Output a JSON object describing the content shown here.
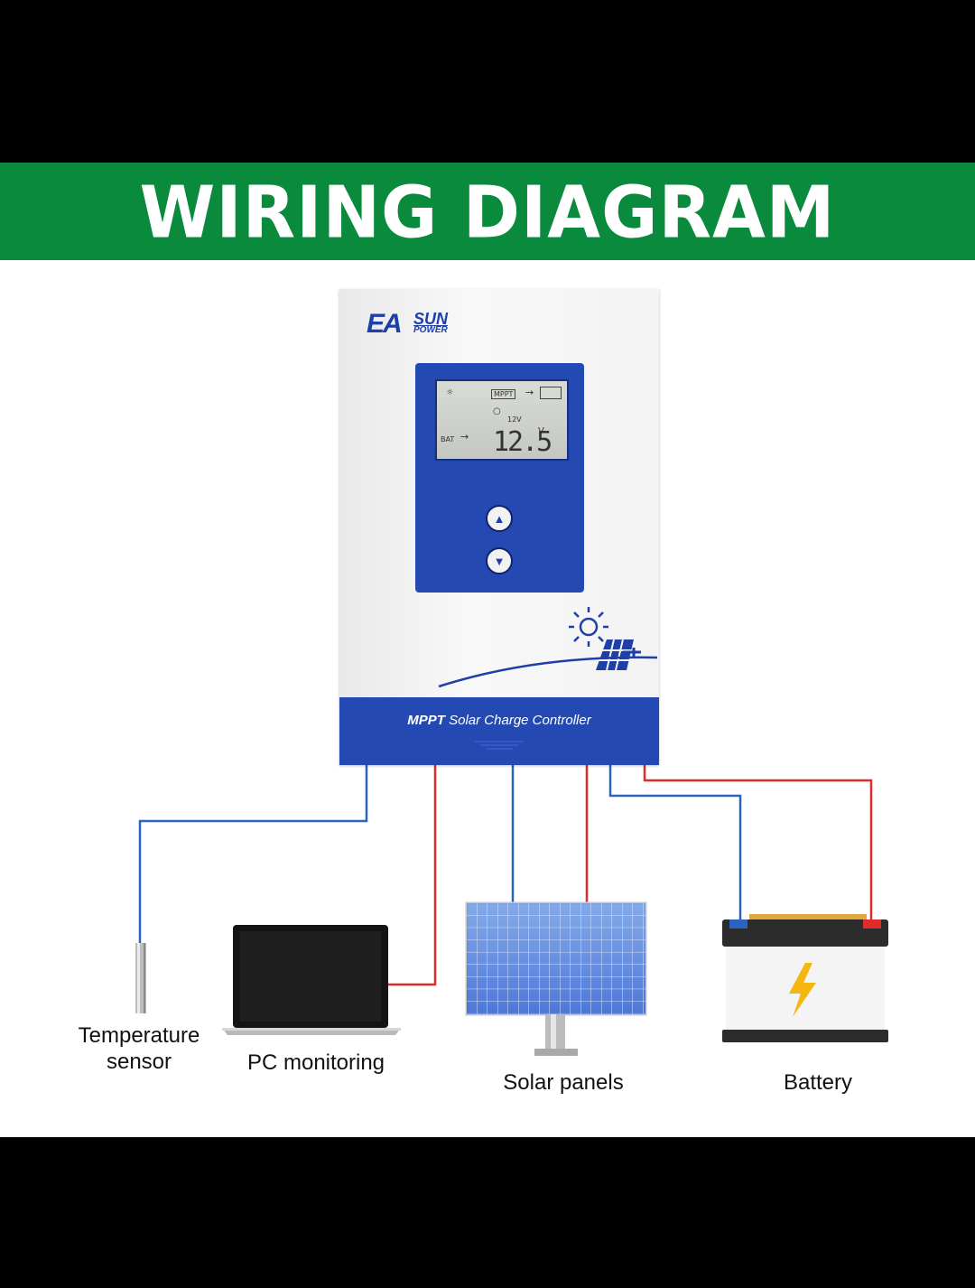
{
  "banner": {
    "title": "WIRING DIAGRAM"
  },
  "controller": {
    "brand_main": "EA",
    "brand_sub1": "SUN",
    "brand_sub2": "POWER",
    "lcd": {
      "mppt": "MPPT",
      "system_voltage": "12V",
      "bat_label": "BAT",
      "reading": "12.5",
      "unit": "V"
    },
    "buttons": {
      "up_icon": "triangle-up-icon",
      "down_icon": "triangle-down-icon"
    },
    "strip_bold": "MPPT",
    "strip_text": " Solar Charge Controller"
  },
  "components": {
    "temperature_sensor": {
      "line1": "Temperature",
      "line2": "sensor"
    },
    "pc": {
      "label": "PC monitoring"
    },
    "solar": {
      "label": "Solar panels"
    },
    "battery": {
      "label": "Battery"
    }
  },
  "colors": {
    "banner": "#0a8a3c",
    "wire_blue": "#2b63c1",
    "wire_red": "#e02b2b",
    "controller_blue": "#2449b3"
  }
}
